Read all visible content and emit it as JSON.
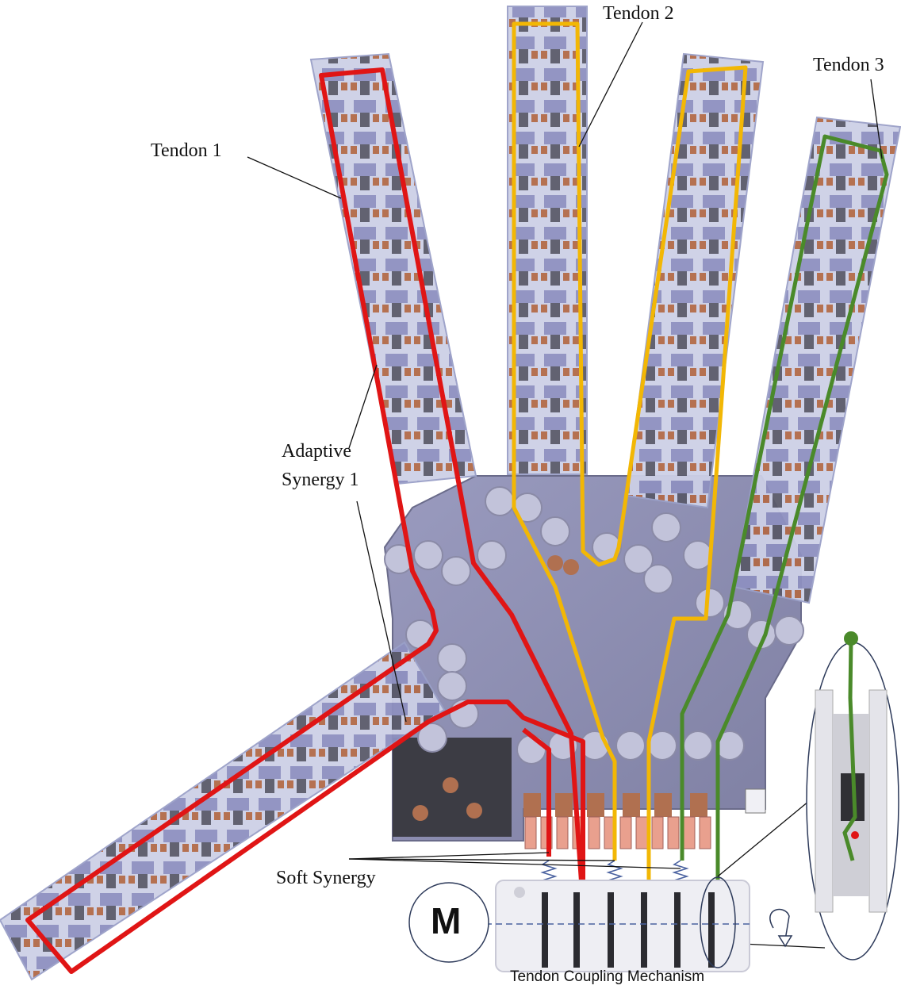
{
  "labels": {
    "tendon1": "Tendon 1",
    "tendon2": "Tendon 2",
    "tendon3": "Tendon 3",
    "adaptive_line1": "Adaptive",
    "adaptive_line2": "Synergy 1",
    "soft_synergy": "Soft Synergy",
    "motor": "M",
    "coupling": "Tendon Coupling Mechanism"
  },
  "colors": {
    "tendon1": "#e01515",
    "tendon2": "#f2b705",
    "tendon3": "#4a8a2a",
    "palm": "#8e8fb2",
    "link": "#cfcfe0",
    "joint": "#b07050"
  },
  "icons": {
    "rotation": "curved-arrow-icon",
    "spring": "spring-icon",
    "motor": "motor-circle-icon"
  }
}
